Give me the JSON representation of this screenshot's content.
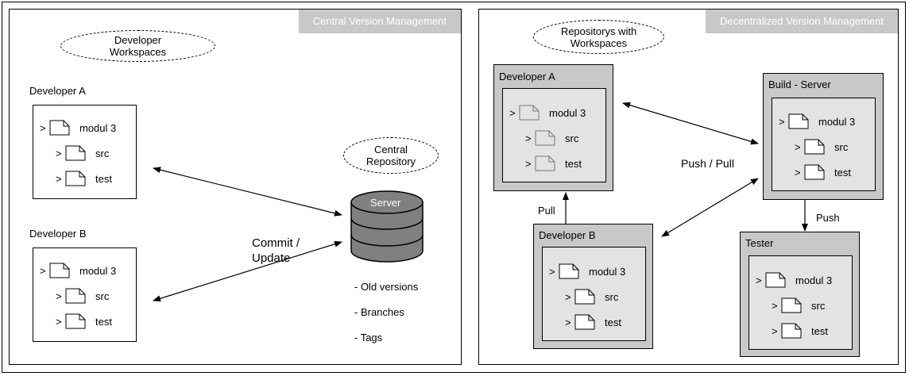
{
  "central": {
    "title": "Central Version Management",
    "workspaces_bubble": "Developer\nWorkspaces",
    "repo_bubble": "Central\nRepository",
    "developer_a": "Developer A",
    "developer_b": "Developer B",
    "commit_label": "Commit /\nUpdate",
    "server_label": "Server",
    "server_items": [
      "- Old versions",
      "- Branches",
      "- Tags"
    ]
  },
  "files": {
    "module": "modul 3",
    "src": "src",
    "test": "test",
    "chevron": ">"
  },
  "decentral": {
    "title": "Decentralized Version Management",
    "repos_bubble": "Repositorys with\nWorkspaces",
    "developer_a": "Developer A",
    "developer_b": "Developer B",
    "build_server": "Build - Server",
    "tester": "Tester",
    "push_pull": "Push / Pull",
    "pull": "Pull",
    "push": "Push"
  },
  "colors": {
    "gray": "#c8c8c8",
    "inner_gray": "#e3e3e3",
    "server": "#808080"
  },
  "icons": [
    "document-icon",
    "database-icon"
  ]
}
